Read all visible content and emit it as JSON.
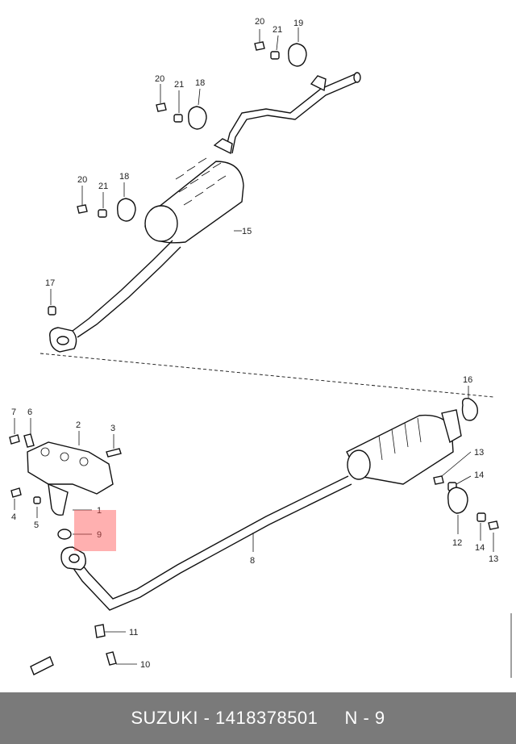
{
  "callouts": {
    "c20a": "20",
    "c21a": "21",
    "c19": "19",
    "c20b": "20",
    "c21b": "21",
    "c18a": "18",
    "c20c": "20",
    "c21c": "21",
    "c18b": "18",
    "c15": "15",
    "c17": "17",
    "c16": "16",
    "c7": "7",
    "c6": "6",
    "c2": "2",
    "c3": "3",
    "c1": "1",
    "c9": "9",
    "c4": "4",
    "c5": "5",
    "c13a": "13",
    "c14a": "14",
    "c12": "12",
    "c14b": "14",
    "c13b": "13",
    "c8": "8",
    "c11": "11",
    "c10": "10"
  },
  "footer": {
    "text": "SUZUKI - 1418378501     N - 9"
  }
}
